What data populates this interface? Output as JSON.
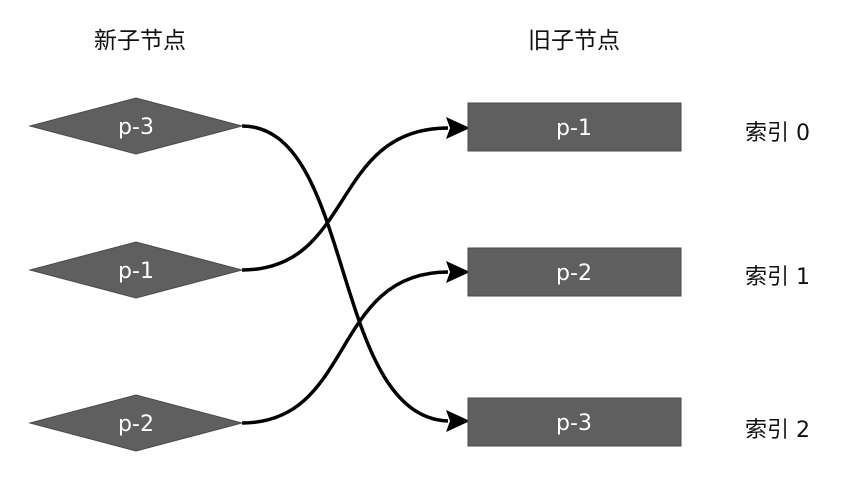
{
  "headings": {
    "new_children": "新子节点",
    "old_children": "旧子节点"
  },
  "new_nodes": [
    {
      "label": "p-3"
    },
    {
      "label": "p-1"
    },
    {
      "label": "p-2"
    }
  ],
  "old_nodes": [
    {
      "label": "p-1",
      "index_label": "索引 0"
    },
    {
      "label": "p-2",
      "index_label": "索引 1"
    },
    {
      "label": "p-3",
      "index_label": "索引 2"
    }
  ],
  "colors": {
    "node_fill": "#5f5f5f",
    "node_text": "#ffffff",
    "connector": "#000000",
    "text": "#111111"
  }
}
